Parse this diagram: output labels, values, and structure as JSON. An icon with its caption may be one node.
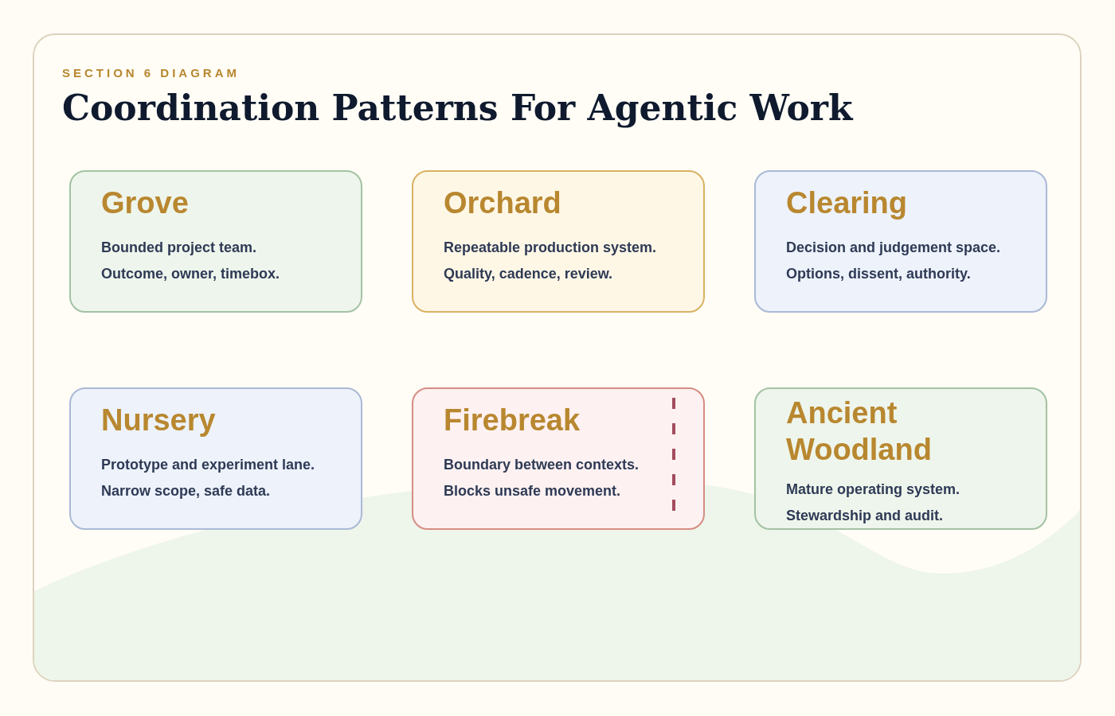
{
  "diagram": {
    "title": "Coordination Patterns For Agentic Work",
    "nodes": [
      {
        "text": [
          "Grove",
          "Bounded project team.",
          "Outcome, owner, timebox."
        ]
      },
      {
        "text": [
          "Orchard",
          "Repeatable production system.",
          "Quality, cadence, review."
        ]
      },
      {
        "text": [
          "Clearing",
          "Decision and judgement space.",
          "Options, dissent, authority."
        ]
      },
      {
        "text": [
          "Nursery",
          "Prototype and experiment lane.",
          "Narrow scope, safe data."
        ]
      },
      {
        "text": [
          "Firebreak",
          "Boundary between contexts.",
          "Blocks unsafe movement."
        ]
      },
      {
        "text": [
          "Ancient Woodland",
          "Mature operating system.",
          "Stewardship and audit."
        ]
      }
    ],
    "labels": [
      "SECTION 6 DIAGRAM"
    ]
  }
}
